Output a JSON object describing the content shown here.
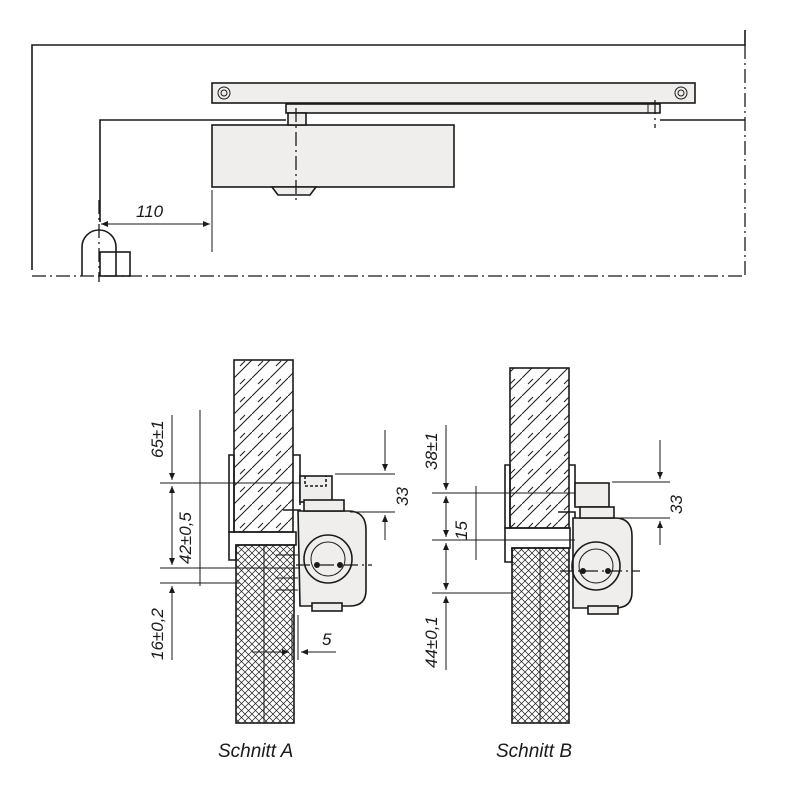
{
  "top_view": {
    "dim_closer_offset": "110"
  },
  "section_a": {
    "caption": "Schnitt A",
    "dim_top": "65±1",
    "dim_mid": "42±0,5",
    "dim_bottom": "16±0,2",
    "dim_right": "33",
    "dim_gap": "5"
  },
  "section_b": {
    "caption": "Schnitt B",
    "dim_top": "38±1",
    "dim_mid": "15",
    "dim_bottom": "44±0,1",
    "dim_right": "33"
  },
  "colors": {
    "line": "#1a1a1a",
    "part_fill": "#f0eeec"
  }
}
